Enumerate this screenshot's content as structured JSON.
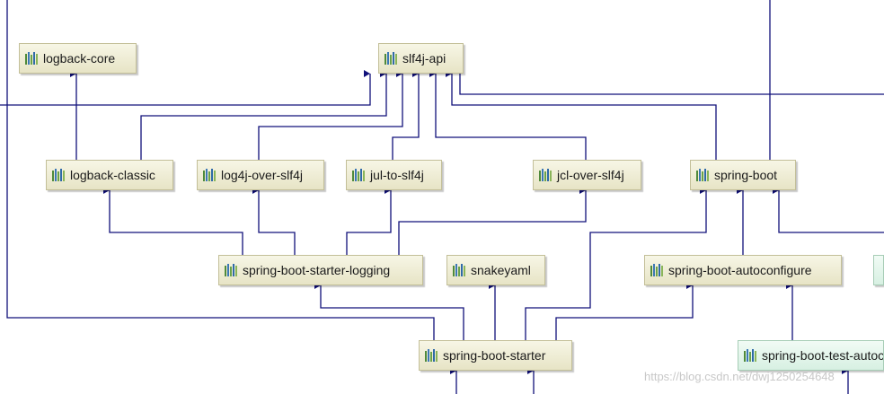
{
  "nodes": [
    {
      "id": "logback-core",
      "label": "logback-core"
    },
    {
      "id": "slf4j-api",
      "label": "slf4j-api"
    },
    {
      "id": "logback-classic",
      "label": "logback-classic"
    },
    {
      "id": "log4j-over-slf4j",
      "label": "log4j-over-slf4j"
    },
    {
      "id": "jul-to-slf4j",
      "label": "jul-to-slf4j"
    },
    {
      "id": "jcl-over-slf4j",
      "label": "jcl-over-slf4j"
    },
    {
      "id": "spring-boot",
      "label": "spring-boot"
    },
    {
      "id": "spring-boot-starter-logging",
      "label": "spring-boot-starter-logging"
    },
    {
      "id": "snakeyaml",
      "label": "snakeyaml"
    },
    {
      "id": "spring-boot-autoconfigure",
      "label": "spring-boot-autoconfigure"
    },
    {
      "id": "spring-boot-starter",
      "label": "spring-boot-starter"
    },
    {
      "id": "spring-boot-test-autoconfigure",
      "label": "spring-boot-test-autoconfigure"
    }
  ],
  "node_icon": "library-icon",
  "colors": {
    "edge": "#10107a",
    "node_border": "#c3bf98",
    "test_node": "#d7f0e2"
  },
  "watermark": "https://blog.csdn.net/dwj1250254648"
}
